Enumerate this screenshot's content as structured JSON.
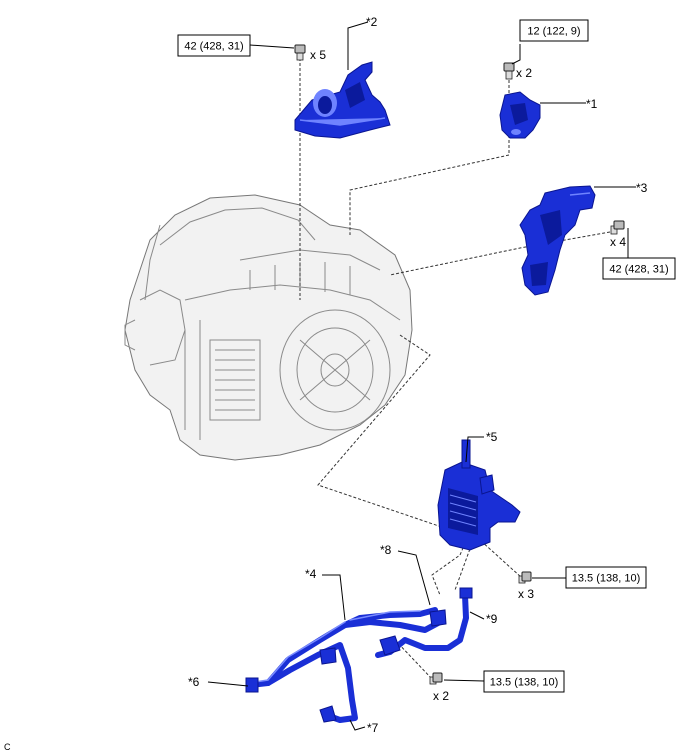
{
  "labels": {
    "part1": "*1",
    "part2": "*2",
    "part3": "*3",
    "part4": "*4",
    "part5": "*5",
    "part6": "*6",
    "part7": "*7",
    "part8": "*8",
    "part9": "*9"
  },
  "torques": {
    "bracket2": "42 (428, 31)",
    "bracket1": "12 (122, 9)",
    "bracket3": "42 (428, 31)",
    "cooler": "13.5 (138, 10)",
    "hose": "13.5 (138, 10)"
  },
  "quantities": {
    "bracket2": "x 5",
    "bracket1": "x 2",
    "bracket3": "x 4",
    "cooler": "x 3",
    "hose": "x 2"
  },
  "corner_code": "C",
  "colors": {
    "part_blue": "#1a2fd6",
    "transaxle_gray": "#f2f2f2"
  }
}
